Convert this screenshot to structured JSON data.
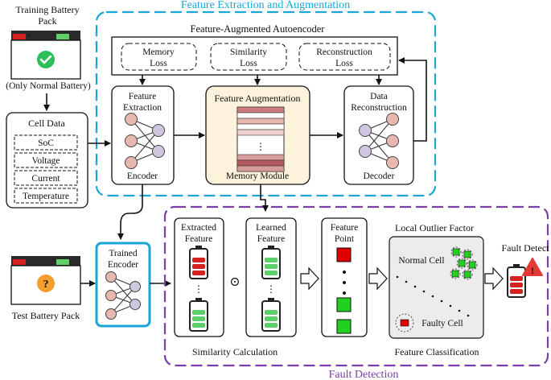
{
  "colors": {
    "feature_box": "#1aa6d6",
    "fault_box": "#7a3fa8",
    "memory_bg": "#fdf3dc",
    "node_pink": "#e8b7b0",
    "node_lavender": "#cfc6e0",
    "battery_red": "#d61f1f",
    "battery_green": "#5fcf6a",
    "check_green": "#2dbe5a",
    "question_orange": "#f59e2c",
    "warning_red": "#e53935",
    "lof_green": "#22d11f",
    "lof_red": "#e00000"
  },
  "labels": {
    "training_pack": [
      "Training Battery",
      "Pack"
    ],
    "only_normal": "(Only Normal Battery)",
    "cell_data_title": "Cell Data",
    "cell_fields": [
      "SoC",
      "Voltage",
      "Current",
      "Temperature"
    ],
    "test_pack": "Test Battery Pack",
    "trained_encoder": [
      "Trained",
      "Encoder"
    ],
    "feature_extraction_title": "Feature Extraction and Augmentation",
    "autoencoder_title": "Feature-Augmented Autoencoder",
    "losses": [
      [
        "Memory",
        "Loss"
      ],
      [
        "Similarity",
        "Loss"
      ],
      [
        "Reconstruction",
        "Loss"
      ]
    ],
    "feature_extraction": [
      "Feature",
      "Extraction"
    ],
    "encoder": "Encoder",
    "feature_augmentation": "Feature Augmentation",
    "memory_module": "Memory Module",
    "data_reconstruction": [
      "Data",
      "Reconstruction"
    ],
    "decoder": "Decoder",
    "extracted_feature": [
      "Extracted",
      "Feature"
    ],
    "learned_feature": [
      "Learned",
      "Feature"
    ],
    "similarity_calc": "Similarity Calculation",
    "feature_point": [
      "Feature",
      "Point"
    ],
    "lof_title": "Local Outlier Factor",
    "normal_cell": "Normal Cell",
    "faulty_cell": "Faulty Cell",
    "feature_classification": "Feature Classification",
    "fault_detect": "Fault Detect",
    "fault_detection_title": "Fault Detection",
    "vertical_dots": "⋮",
    "odot": "⊙"
  }
}
